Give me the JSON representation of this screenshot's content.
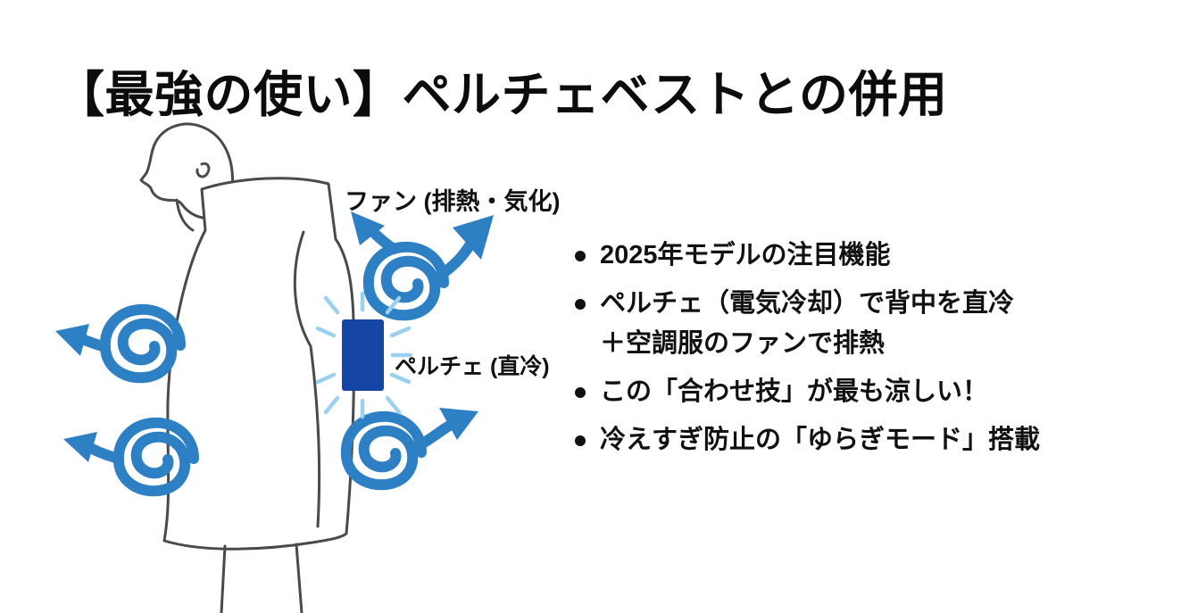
{
  "title": "【最強の使い】ペルチェベストとの併用",
  "diagram": {
    "fan_label": "ファン (排熱・気化)",
    "peltier_label": "ペルチェ (直冷)",
    "colors": {
      "swirl_blue": "#2e80c4",
      "peltier_blue": "#1545a5",
      "ray_blue": "#9bd0f1",
      "outline_gray": "#4a4a4a",
      "text_black": "#111111"
    }
  },
  "bullets": {
    "items": [
      {
        "text": "2025年モデルの注目機能"
      },
      {
        "text": "ペルチェ（電気冷却）で背中を直冷",
        "text2": "＋空調服のファンで排熱"
      },
      {
        "text": "この「合わせ技」が最も涼しい！"
      },
      {
        "text": "冷えすぎ防止の「ゆらぎモード」搭載"
      }
    ]
  }
}
